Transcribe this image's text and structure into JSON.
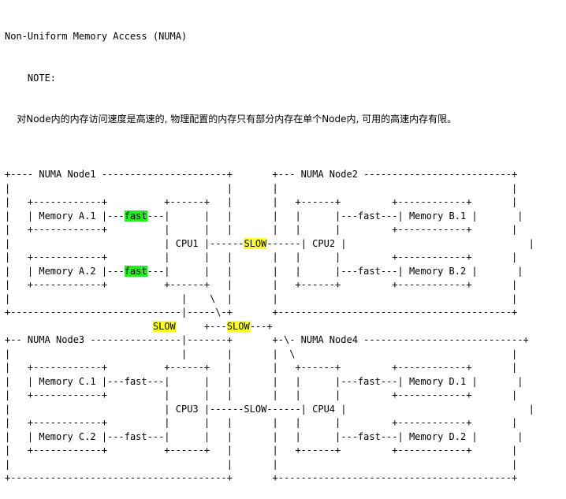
{
  "header": {
    "title": "Non-Uniform Memory Access (NUMA)",
    "note_label": "    NOTE:",
    "note_text": "    对Node内的内存访问速度是高速的, 物理配置的内存只有部分内存在单个Node内, 可用的高速内存有限。"
  },
  "colors": {
    "fast_highlight": "#22ee22",
    "slow_highlight": "#ffff22"
  },
  "diagram_lines": [
    [
      {
        "t": ""
      }
    ],
    [
      {
        "t": "+---- NUMA Node1 ----------------------+       +--- NUMA Node2 --------------------------+"
      }
    ],
    [
      {
        "t": "|                                      |       |                                         |"
      }
    ],
    [
      {
        "t": "|   +------------+          +------+   |       |   +------+         +------------+       |"
      }
    ],
    [
      {
        "t": "|   | Memory A.1 |---"
      },
      {
        "t": "fast",
        "hl": "fast"
      },
      {
        "t": "---|      |   |       |   |      |---fast---| Memory B.1 |       |"
      }
    ],
    [
      {
        "t": "|   +------------+          |      |   |       |   |      |         +------------+       |"
      }
    ],
    [
      {
        "t": "|                           | CPU1 |------"
      },
      {
        "t": "SLOW",
        "hl": "slow"
      },
      {
        "t": "------| CPU2 |                                |"
      }
    ],
    [
      {
        "t": "|   +------------+          |      |   |       |   |      |         +------------+       |"
      }
    ],
    [
      {
        "t": "|   | Memory A.2 |---"
      },
      {
        "t": "fast",
        "hl": "fast"
      },
      {
        "t": "---|      |   |       |   |      |---fast---| Memory B.2 |       |"
      }
    ],
    [
      {
        "t": "|   +------------+          +------+   |       |   +------+         +------------+       |"
      }
    ],
    [
      {
        "t": "|                              |    \\  |       |                                         |"
      }
    ],
    [
      {
        "t": "+------------------------------|-----\\-+       +-----------------------------------------+"
      }
    ],
    [
      {
        "t": "                          "
      },
      {
        "t": "SLOW",
        "hl": "slow"
      },
      {
        "t": "     +---"
      },
      {
        "t": "SLOW",
        "hl": "slow"
      },
      {
        "t": "---+"
      }
    ],
    [
      {
        "t": "+-- NUMA Node3 ----------------|-------+       +-\\- NUMA Node4 ----------------------------+"
      }
    ],
    [
      {
        "t": "|                              |       |       |  \\                                      |"
      }
    ],
    [
      {
        "t": "|   +------------+          +------+   |       |   +------+         +------------+       |"
      }
    ],
    [
      {
        "t": "|   | Memory C.1 |---fast---|      |   |       |   |      |---fast---| Memory D.1 |       |"
      }
    ],
    [
      {
        "t": "|   +------------+          |      |   |       |   |      |         +------------+       |"
      }
    ],
    [
      {
        "t": "|                           | CPU3 |------SLOW------| CPU4 |                                |"
      }
    ],
    [
      {
        "t": "|   +------------+          |      |   |       |   |      |         +------------+       |"
      }
    ],
    [
      {
        "t": "|   | Memory C.2 |---fast---|      |   |       |   |      |---fast---| Memory D.2 |       |"
      }
    ],
    [
      {
        "t": "|   +------------+          +------+   |       |   +------+         +------------+       |"
      }
    ],
    [
      {
        "t": "|                                      |       |                                         |"
      }
    ],
    [
      {
        "t": "+--------------------------------------+       +-----------------------------------------+"
      }
    ]
  ]
}
